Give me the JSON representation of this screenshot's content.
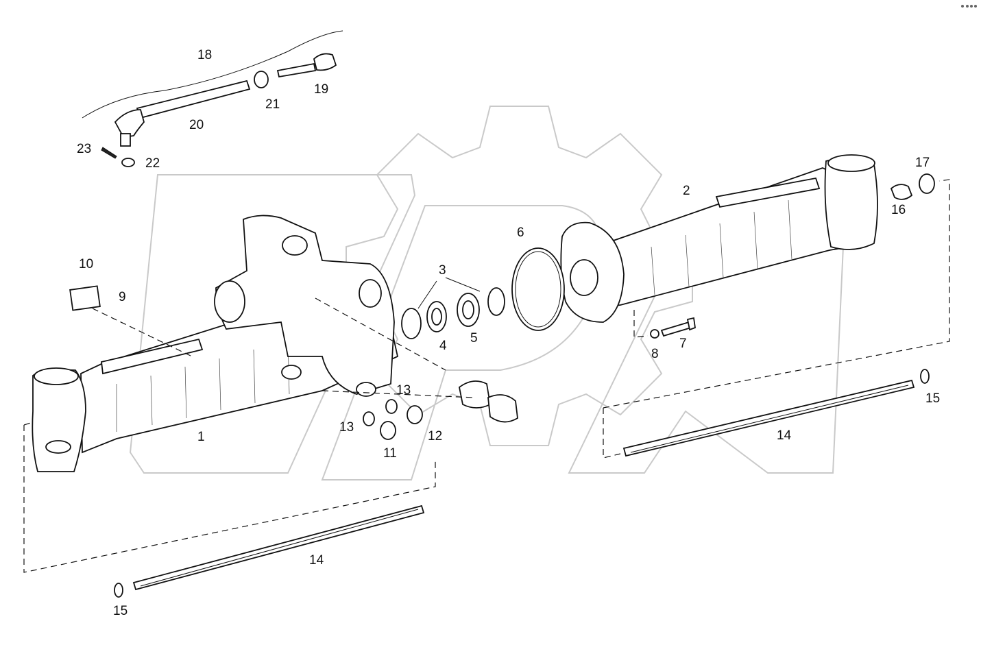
{
  "diagram": {
    "labels": {
      "p1": "1",
      "p2": "2",
      "p3": "3",
      "p4": "4",
      "p5": "5",
      "p6": "6",
      "p7": "7",
      "p8": "8",
      "p9": "9",
      "p10": "10",
      "p11": "11",
      "p12": "12",
      "p13a": "13",
      "p13b": "13",
      "p14a": "14",
      "p14b": "14",
      "p15a": "15",
      "p15b": "15",
      "p16": "16",
      "p17": "17",
      "p18": "18",
      "p19": "19",
      "p20": "20",
      "p21": "21",
      "p22": "22",
      "p23": "23"
    },
    "watermark_icon": "gear-watermark-icon",
    "corner_icon": "more-dots-icon"
  }
}
